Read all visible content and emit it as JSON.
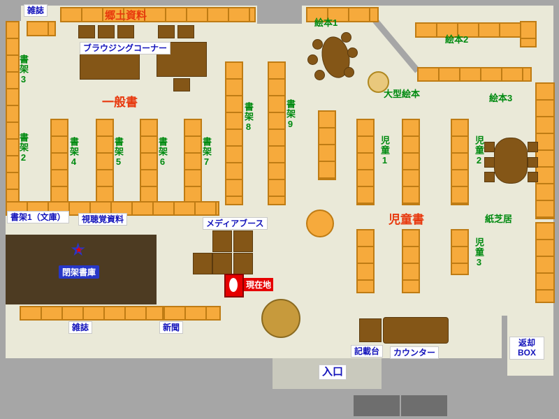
{
  "labels": {
    "magazines_top": "雑誌",
    "local_history": "郷土資料",
    "browsing_corner": "ブラウジングコーナー",
    "picture_books_1": "絵本1",
    "picture_books_2": "絵本2",
    "picture_books_3": "絵本3",
    "large_picture_books": "大型絵本",
    "general_books": "一般書",
    "shelf_2": "書架2",
    "shelf_3": "書架3",
    "shelf_4": "書架4",
    "shelf_5": "書架5",
    "shelf_6": "書架6",
    "shelf_7": "書架7",
    "shelf_8": "書架8",
    "shelf_9": "書架9",
    "shelf_1_bunko": "書架1（文庫）",
    "audiovisual": "視聴覚資料",
    "media_booth": "メディアブース",
    "closed_stacks": "閉架書庫",
    "current_location": "現在地",
    "children_books": "児童書",
    "children_1": "児童1",
    "children_2": "児童2",
    "children_3": "児童3",
    "kamishibai": "紙芝居",
    "magazines_bottom": "雑誌",
    "newspaper": "新聞",
    "writing_desk": "記載台",
    "counter": "カウンター",
    "return_box": "返却BOX",
    "entrance": "入口"
  },
  "icons": {
    "star": "★"
  },
  "colors": {
    "floor": "#eae9d8",
    "wall": "#a6a6a6",
    "wall-dark": "#6e6e6e",
    "corridor": "#c9c9bd",
    "shelf": "#f6aa3c",
    "shelf-border": "#bf7c14",
    "furniture": "#845617",
    "furniture-border": "#5a3a0e",
    "stacks": "#4d3b22",
    "stacks-label-bg": "#2737c8",
    "pillar": "#c79a3c",
    "tan-circle": "#e9c87c",
    "label-blue": "#1313bb",
    "label-green": "#008a10",
    "label-red": "#e8380d",
    "current-red": "#e60000",
    "label-bg": "#ffffff"
  }
}
